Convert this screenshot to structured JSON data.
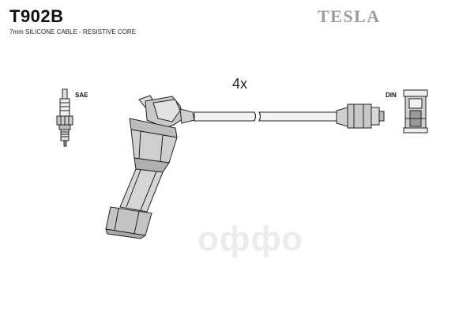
{
  "header": {
    "part_number": "T902B",
    "spec": "7mm SILICONE CABLE - RESISTIVE CORE",
    "brand": "TESLA"
  },
  "diagram": {
    "quantity_label": "4x",
    "left_terminal_label": "SAE",
    "right_terminal_label": "DIN"
  },
  "watermark": {
    "logo_text": "оффо"
  },
  "icons": [
    "spark-plug-icon",
    "coil-boot-icon",
    "distributor-boot-icon",
    "din-terminal-icon"
  ]
}
